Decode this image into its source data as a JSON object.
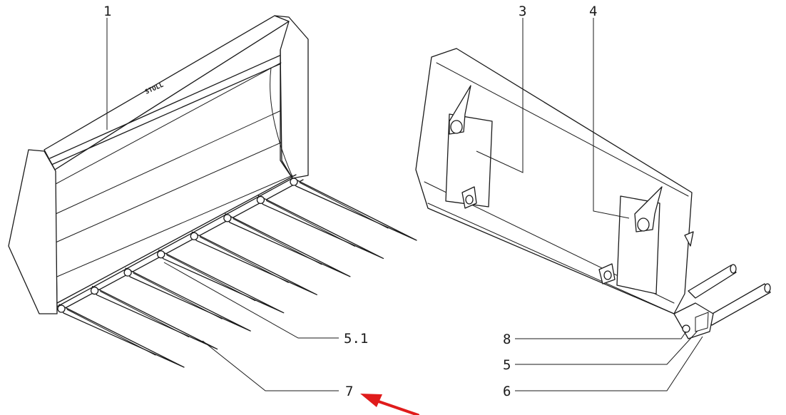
{
  "callouts": {
    "c1": "1",
    "c3": "3",
    "c4": "4",
    "c5_1": "5.1",
    "c7": "7",
    "c8": "8",
    "c5": "5",
    "c6": "6"
  },
  "brand_text": "STOLL",
  "colors": {
    "line": "#1a1a1a",
    "arrow": "#e01b1b",
    "background": "#ffffff"
  }
}
